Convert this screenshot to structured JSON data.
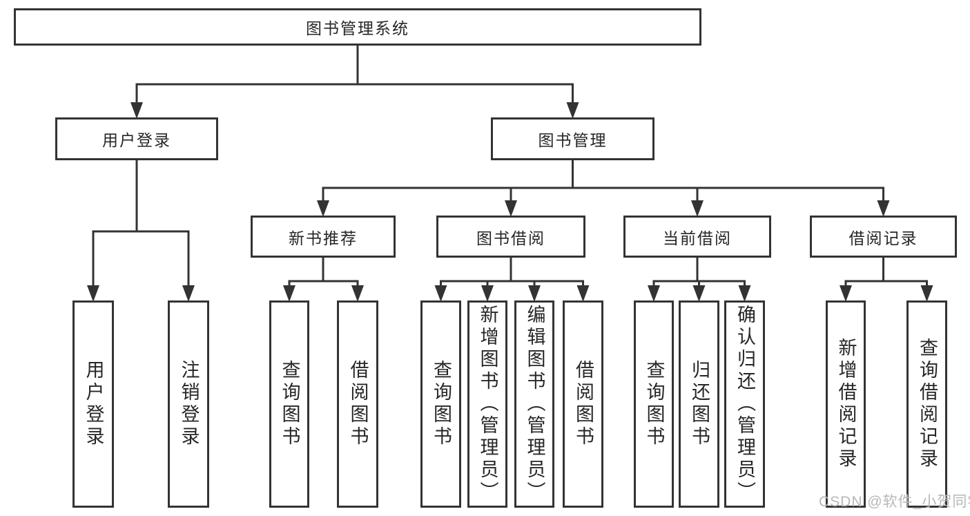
{
  "colors": {
    "line": "#333333",
    "box_border": "#333333",
    "text": "#262626",
    "watermark": "#b7b7b7",
    "background": "#ffffff"
  },
  "nodes": {
    "root": {
      "label": "图书管理系统"
    },
    "user_login": {
      "label": "用户登录"
    },
    "book_mgmt": {
      "label": "图书管理"
    },
    "new_rec": {
      "label": "新书推荐"
    },
    "book_borrow": {
      "label": "图书借阅"
    },
    "current_borrow": {
      "label": "当前借阅"
    },
    "borrow_records": {
      "label": "借阅记录"
    },
    "leaf_user_login": {
      "label": "用户登录"
    },
    "leaf_logout": {
      "label": "注销登录"
    },
    "leaf_rec_query_books": {
      "label": "查询图书"
    },
    "leaf_rec_borrow_books": {
      "label": "借阅图书"
    },
    "leaf_bb_query_books": {
      "label": "查询图书"
    },
    "leaf_bb_add_books": {
      "label": "新增图书（管理员）"
    },
    "leaf_bb_edit_books": {
      "label": "编辑图书（管理员）"
    },
    "leaf_bb_borrow_books": {
      "label": "借阅图书"
    },
    "leaf_cb_query_books": {
      "label": "查询图书"
    },
    "leaf_cb_return_books": {
      "label": "归还图书"
    },
    "leaf_cb_confirm_return": {
      "label": "确认归还（管理员）"
    },
    "leaf_br_add_record": {
      "label": "新增借阅记录"
    },
    "leaf_br_query_record": {
      "label": "查询借阅记录"
    }
  },
  "watermark": "CSDN @软件_小贺同学"
}
